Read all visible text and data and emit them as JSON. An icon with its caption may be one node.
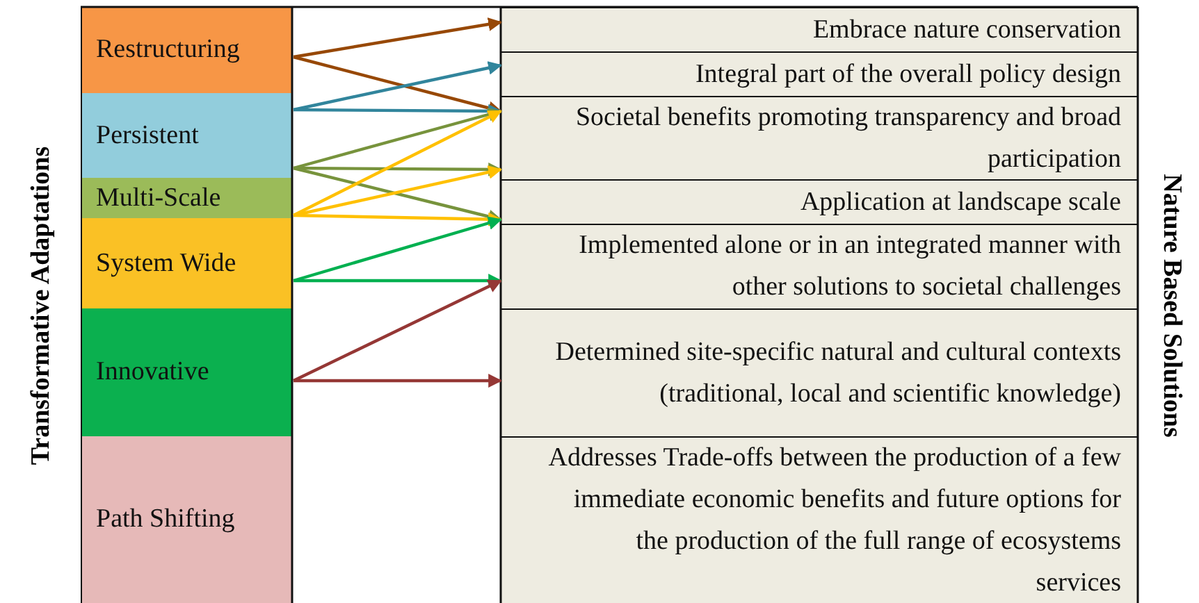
{
  "diagram": {
    "nodes": [
      {
        "text": [
          "Restructuring"
        ]
      },
      {
        "text": [
          "Persistent"
        ]
      },
      {
        "text": [
          "Multi-Scale"
        ]
      },
      {
        "text": [
          "System Wide"
        ]
      },
      {
        "text": [
          "Innovative"
        ]
      },
      {
        "text": [
          "Path Shifting"
        ]
      },
      {
        "text": [
          "Embrace nature conservation"
        ]
      },
      {
        "text": [
          "Integral part of the overall policy design"
        ]
      },
      {
        "text": [
          "Societal benefits promoting transparency and broad participation"
        ]
      },
      {
        "text": [
          "Application at landscape scale"
        ]
      },
      {
        "text": [
          "Implemented alone or in an integrated manner with other solutions to societal challenges"
        ]
      },
      {
        "text": [
          "Determined site-specific natural and cultural contexts (traditional, local and scientific knowledge)"
        ]
      },
      {
        "text": [
          "Addresses Trade-offs between the production of a few immediate economic benefits and future options for the production of the full range of ecosystems services"
        ]
      }
    ],
    "edges": [
      {
        "from": 0,
        "to": 6,
        "arrow": "to",
        "color": "#974806"
      },
      {
        "from": 0,
        "to": 8,
        "arrow": "to",
        "color": "#974806"
      },
      {
        "from": 1,
        "to": 7,
        "arrow": "to",
        "color": "#31859c"
      },
      {
        "from": 1,
        "to": 8,
        "arrow": "to",
        "color": "#31859c"
      },
      {
        "from": 1,
        "to": 8,
        "arrow": "to",
        "color": "#77933c"
      },
      {
        "from": 1,
        "to": 8,
        "arrow": "to",
        "color": "#77933c"
      },
      {
        "from": 1,
        "to": 9,
        "arrow": "to",
        "color": "#77933c"
      },
      {
        "from": 2,
        "to": 8,
        "arrow": "to",
        "color": "#ffc000"
      },
      {
        "from": 2,
        "to": 8,
        "arrow": "to",
        "color": "#ffc000"
      },
      {
        "from": 2,
        "to": 9,
        "arrow": "to",
        "color": "#ffc000"
      },
      {
        "from": 3,
        "to": 9,
        "arrow": "to",
        "color": "#00b050"
      },
      {
        "from": 3,
        "to": 10,
        "arrow": "to",
        "color": "#00b050"
      },
      {
        "from": 4,
        "to": 10,
        "arrow": "to",
        "color": "#953735"
      },
      {
        "from": 4,
        "to": 11,
        "arrow": "to",
        "color": "#953735"
      }
    ],
    "labels": [
      "Transformative Adaptations",
      "Nature Based Solutions"
    ]
  }
}
